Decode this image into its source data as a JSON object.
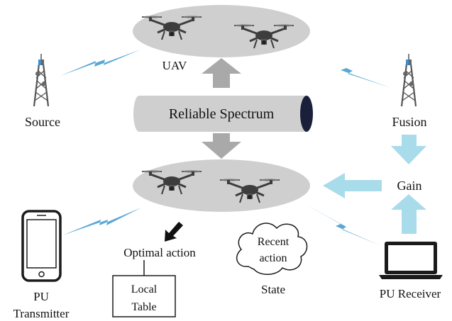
{
  "labels": {
    "uav": "UAV",
    "source": "Source",
    "fusion": "Fusion",
    "gain": "Gain",
    "reliable_spectrum": "Reliable Spectrum",
    "optimal_action": "Optimal action",
    "recent_action_line1": "Recent",
    "recent_action_line2": "action",
    "state": "State",
    "local_table_line1": "Local",
    "local_table_line2": "Table",
    "pu_transmitter_line1": "PU",
    "pu_transmitter_line2": "Transmitter",
    "pu_receiver": "PU Receiver"
  },
  "colors": {
    "ellipse_fill": "#cfcfcf",
    "cylinder_fill": "#cfcfcf",
    "cylinder_cap": "#1a1f3a",
    "lightning": "#5ba7d4",
    "grey_arrow": "#a9a9a9",
    "light_blue_arrow": "#a9dcea",
    "drone_body": "#3d3d3d",
    "tower": "#555555",
    "device_outline": "#1b1b1b"
  },
  "icons": [
    "uav-drone-icon",
    "cell-tower-icon",
    "smartphone-icon",
    "laptop-icon",
    "lightning-link-icon",
    "cloud-icon"
  ]
}
